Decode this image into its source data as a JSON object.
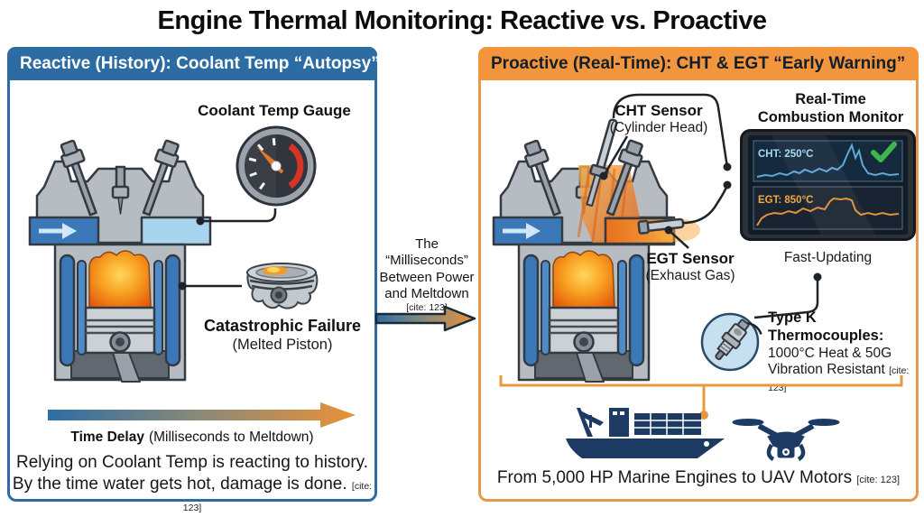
{
  "title": "Engine Thermal Monitoring: Reactive vs. Proactive",
  "left": {
    "header": "Reactive (History): Coolant Temp “Autopsy”",
    "gauge_label": "Coolant Temp Gauge",
    "failure_title": "Catastrophic Failure",
    "failure_sub": "(Melted Piston)",
    "delay_label_bold": "Time Delay",
    "delay_label_rest": "(Milliseconds to Meltdown)",
    "footer_line1": "Relying on Coolant Temp is reacting to history.",
    "footer_line2": "By the time water gets hot, damage is done.",
    "footer_cite": "[cite: 123]"
  },
  "middle": {
    "line1": "The “Milliseconds”",
    "line2": "Between Power",
    "line3": "and Meltdown",
    "cite": "[cite: 123]"
  },
  "right": {
    "header": "Proactive (Real-Time): CHT & EGT “Early Warning”",
    "cht_sensor_title": "CHT Sensor",
    "cht_sensor_sub": "(Cylinder Head)",
    "monitor_title_1": "Real-Time",
    "monitor_title_2": "Combustion Monitor",
    "monitor_cht": "CHT: 250°C",
    "monitor_egt": "EGT: 850°C",
    "fast_updating": "Fast-Updating",
    "egt_sensor_title": "EGT Sensor",
    "egt_sensor_sub": "(Exhaust Gas)",
    "thermo_title": "Type K Thermocouples:",
    "thermo_line2": "1000°C Heat & 50G",
    "thermo_line3": "Vibration Resistant",
    "thermo_cite": "[cite: 123]",
    "footer": "From 5,000 HP Marine Engines to UAV Motors",
    "footer_cite": "[cite: 123]"
  },
  "colors": {
    "left_accent": "#2d6ca3",
    "right_accent": "#f2953d",
    "right_border": "#e29950",
    "cool_blue": "#2e6da5",
    "hot_orange": "#e8913a",
    "check_green": "#3cb64d",
    "cht_line": "#5fa8d8",
    "egt_line": "#e0913a",
    "navy_icon": "#1d3a63"
  }
}
